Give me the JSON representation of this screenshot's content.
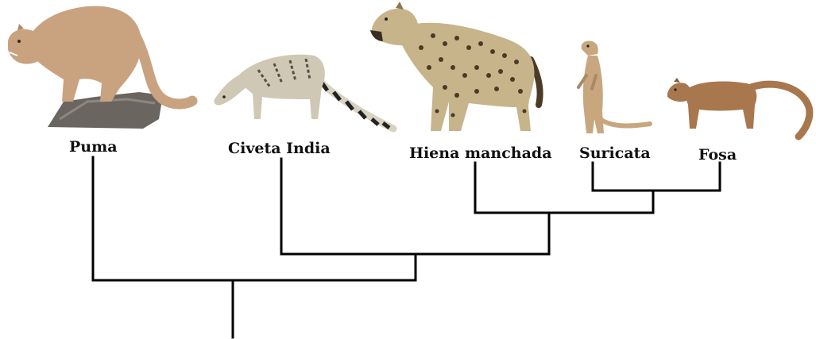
{
  "taxa": [
    {
      "id": "puma",
      "label": "Puma",
      "icon": "puma-illustration"
    },
    {
      "id": "civeta",
      "label": "Civeta India",
      "icon": "civet-illustration"
    },
    {
      "id": "hiena",
      "label": "Hiena manchada",
      "icon": "hyena-illustration"
    },
    {
      "id": "suricata",
      "label": "Suricata",
      "icon": "meerkat-illustration"
    },
    {
      "id": "fosa",
      "label": "Fosa",
      "icon": "fossa-illustration"
    }
  ],
  "tree": {
    "topology": "(Puma,(Civeta India,(Hiena manchada,(Suricata,Fosa))))",
    "branch_color": "#000000"
  },
  "colors": {
    "puma_fur": "#c9a27f",
    "civet_fur": "#cfc8b4",
    "hyena_fur": "#c8b48a",
    "hyena_spots": "#4a3a26",
    "meerkat_fur": "#c8a77f",
    "fossa_fur": "#a8774e",
    "rock": "#6b6560"
  }
}
